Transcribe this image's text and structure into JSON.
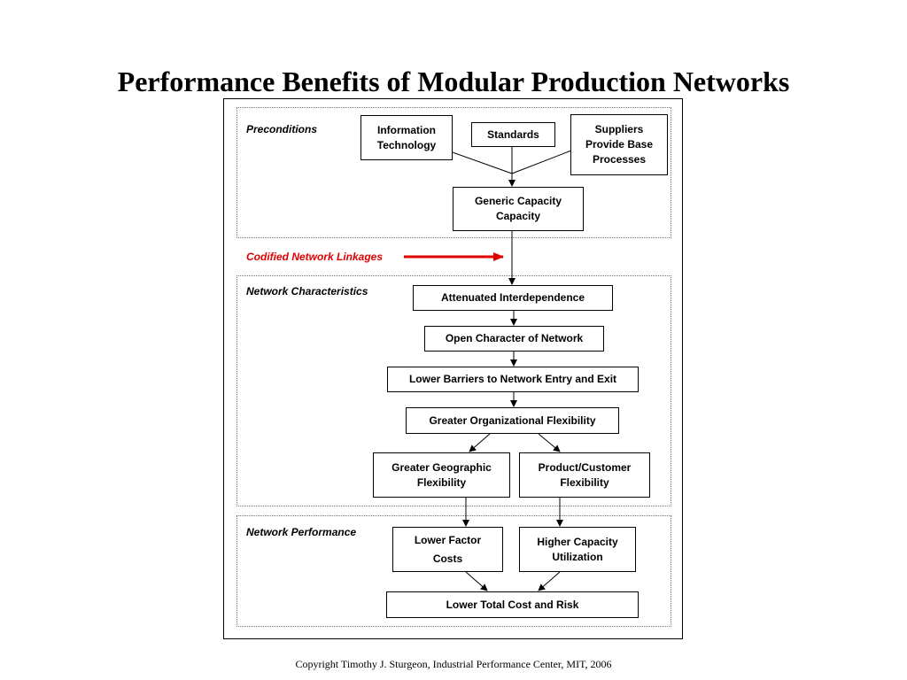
{
  "slide": {
    "title": "Performance Benefits of Modular Production Networks",
    "footer": "Copyright Timothy J.  Sturgeon, Industrial Performance Center, MIT, 2006"
  },
  "sections": {
    "preconditions": "Preconditions",
    "codified": "Codified Network Linkages",
    "characteristics": "Network Characteristics",
    "performance": "Network Performance"
  },
  "boxes": {
    "info_tech": "Information\nTechnology",
    "standards": "Standards",
    "suppliers": "Suppliers\nProvide Base\nProcesses",
    "generic": "Generic Capacity\nCapacity",
    "attenuated": "Attenuated Interdependence",
    "open_character": "Open Character of Network",
    "lower_barriers": "Lower Barriers to Network Entry and Exit",
    "org_flex": "Greater Organizational Flexibility",
    "geo_flex": "Greater Geographic\nFlexibility",
    "product_flex": "Product/Customer\nFlexibility",
    "lower_factor": "Lower Factor\nCosts",
    "higher_capacity": "Higher Capacity\nUtilization",
    "total_cost": "Lower Total Cost and Risk"
  },
  "colors": {
    "accent_red": "#e00000",
    "line": "#000000"
  }
}
